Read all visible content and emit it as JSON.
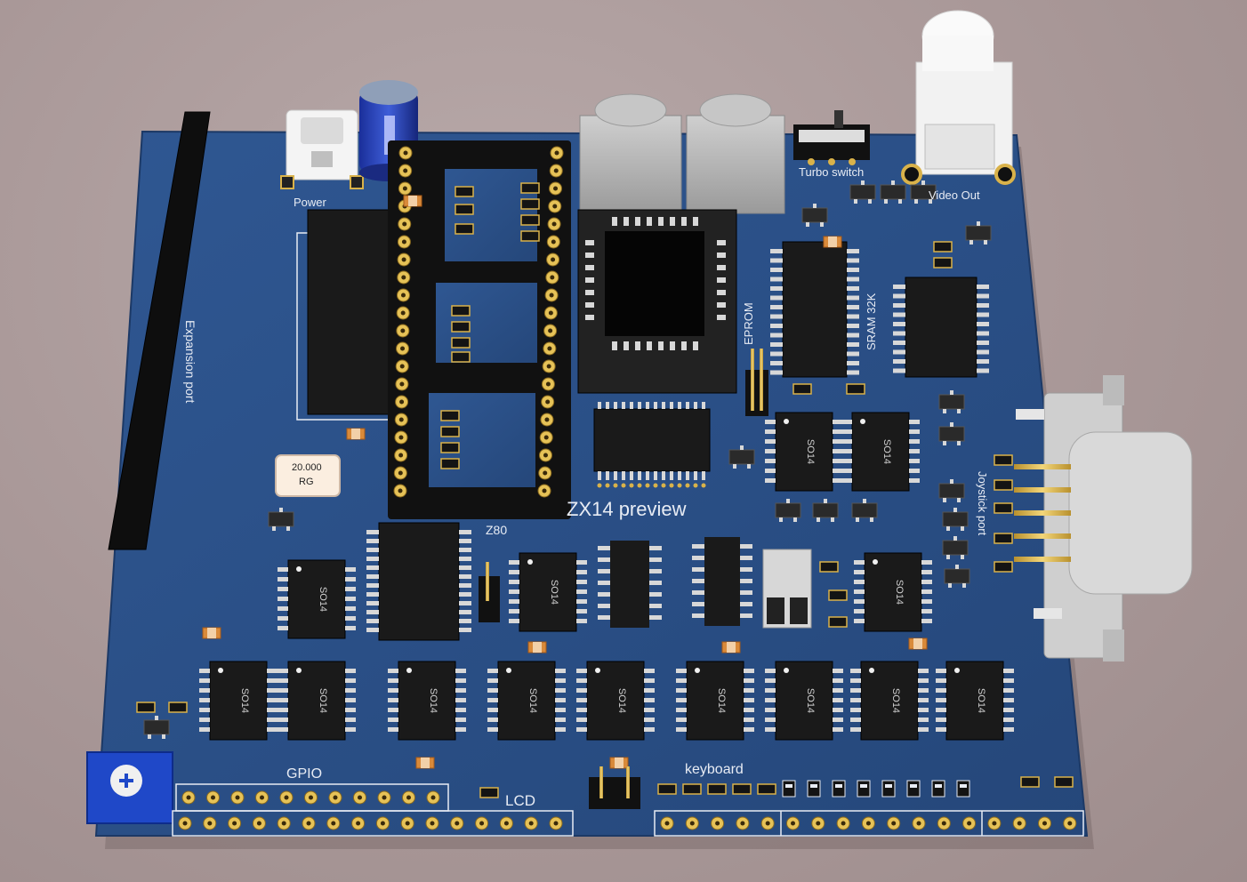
{
  "board": {
    "title": "ZX14 preview",
    "labels": {
      "power": "Power",
      "expansion": "Expansion port",
      "turbo": "Turbo switch",
      "video": "Video Out",
      "eprom": "EPROM",
      "sram": "SRAM 32K",
      "joystick": "Joystick port",
      "z80": "Z80",
      "gpio": "GPIO",
      "lcd": "LCD",
      "keyboard": "keyboard"
    },
    "crystal": {
      "line1": "20.000",
      "line2": "RG"
    },
    "so14_label": "SO14"
  },
  "colors": {
    "pcb": "#2b4f86",
    "silk": "#e8ecf4",
    "gold": "#e0b84a",
    "black": "#151515",
    "background": "#a99898"
  }
}
